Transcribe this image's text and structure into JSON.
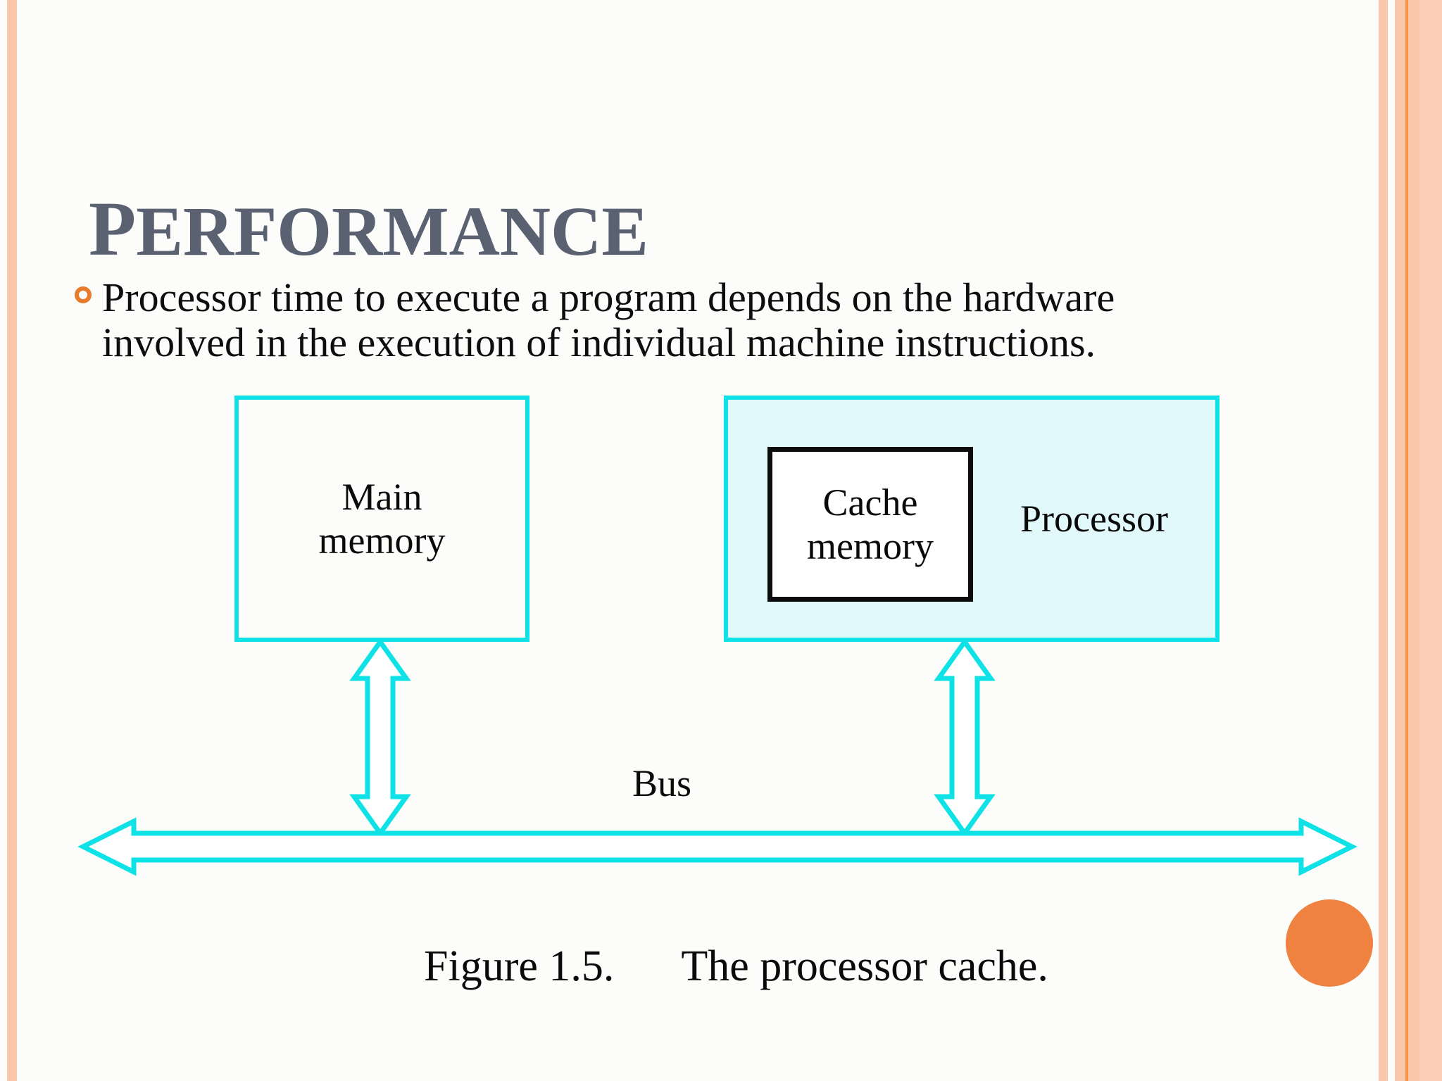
{
  "slide": {
    "title": "PERFORMANCE",
    "bullet": {
      "line1": "Processor time to execute a program depends on the hardware",
      "line2": "involved in the execution of individual machine instructions."
    },
    "caption": {
      "figure_label": "Figure 1.5.",
      "figure_text": "The processor cache."
    }
  },
  "diagram": {
    "main_memory": {
      "line1": "Main",
      "line2": "memory"
    },
    "cache_memory": {
      "line1": "Cache",
      "line2": "memory"
    },
    "processor": {
      "label": "Processor"
    },
    "bus": {
      "label": "Bus"
    }
  },
  "colors": {
    "accent_cyan": "#0EE2E6",
    "processor_fill": "#E2F9FB",
    "title_color": "#5A6272",
    "bullet_orange": "#E87C2D",
    "circle_orange": "#EF8241",
    "stripe_peach": "#FAC7AB",
    "stripe_orange_line": "#F5953F"
  }
}
